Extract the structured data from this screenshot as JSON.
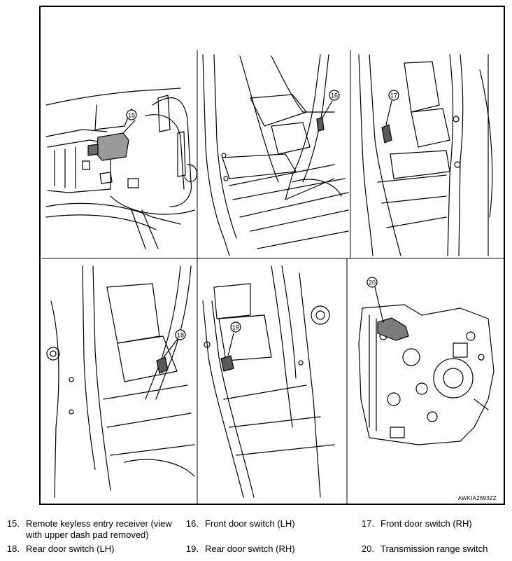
{
  "callouts": {
    "c15": "15",
    "c16": "16",
    "c17": "17",
    "c18": "18",
    "c19": "19",
    "c20": "20"
  },
  "figure_code": "AWKIA2693ZZ",
  "legend": [
    {
      "num": "15.",
      "text_line1": "Remote keyless entry receiver (view",
      "text_line2": "with upper dash pad removed)"
    },
    {
      "num": "16.",
      "text_line1": "Front door switch (LH)"
    },
    {
      "num": "17.",
      "text_line1": "Front door switch (RH)"
    },
    {
      "num": "18.",
      "text_line1": "Rear door switch (LH)"
    },
    {
      "num": "19.",
      "text_line1": "Rear door switch (RH)"
    },
    {
      "num": "20.",
      "text_line1": "Transmission range switch"
    }
  ]
}
